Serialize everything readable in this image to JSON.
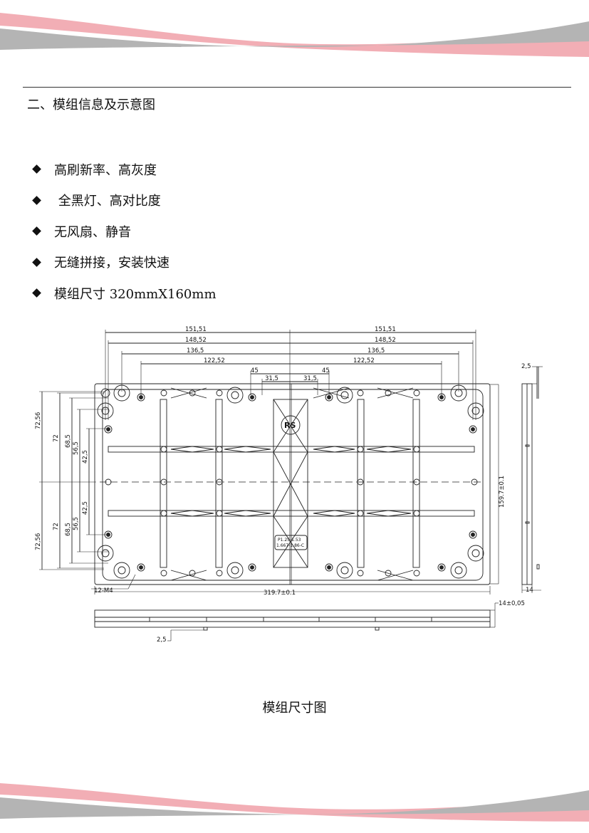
{
  "section_heading": "二、模组信息及示意图",
  "features": [
    "高刷新率、高灰度",
    " 全黑灯、高对比度",
    "无风扇、静音",
    "无缝拼接，安装快速",
    "模组尺寸 320mmX160mm"
  ],
  "drawing": {
    "top_dims": [
      "151,51",
      "151,51",
      "148,52",
      "148,52",
      "136,5",
      "136,5",
      "122,52",
      "122,52",
      "45",
      "45",
      "31,5",
      "31,5"
    ],
    "left_dims": [
      "72,56",
      "72",
      "68,5",
      "56,5",
      "42,5",
      "42,5",
      "56,5",
      "68,5",
      "72",
      "72,56"
    ],
    "height_dim": "159.7±0.1",
    "width_dim": "319.7±0.1",
    "screw_label": "12-M4",
    "logo": "RS",
    "pitch_line1": "P1.25-1.53",
    "pitch_line2": "1.667-1.86-C",
    "side_top_dim": "2,5",
    "side_bottom_dim": "14",
    "bottom_right_dim": "14±0,05",
    "bottom_left_dim": "2,5"
  },
  "caption": "模组尺寸图",
  "colors": {
    "wave_pink": "#f2aeb5",
    "wave_grey": "#b4b4b4"
  }
}
